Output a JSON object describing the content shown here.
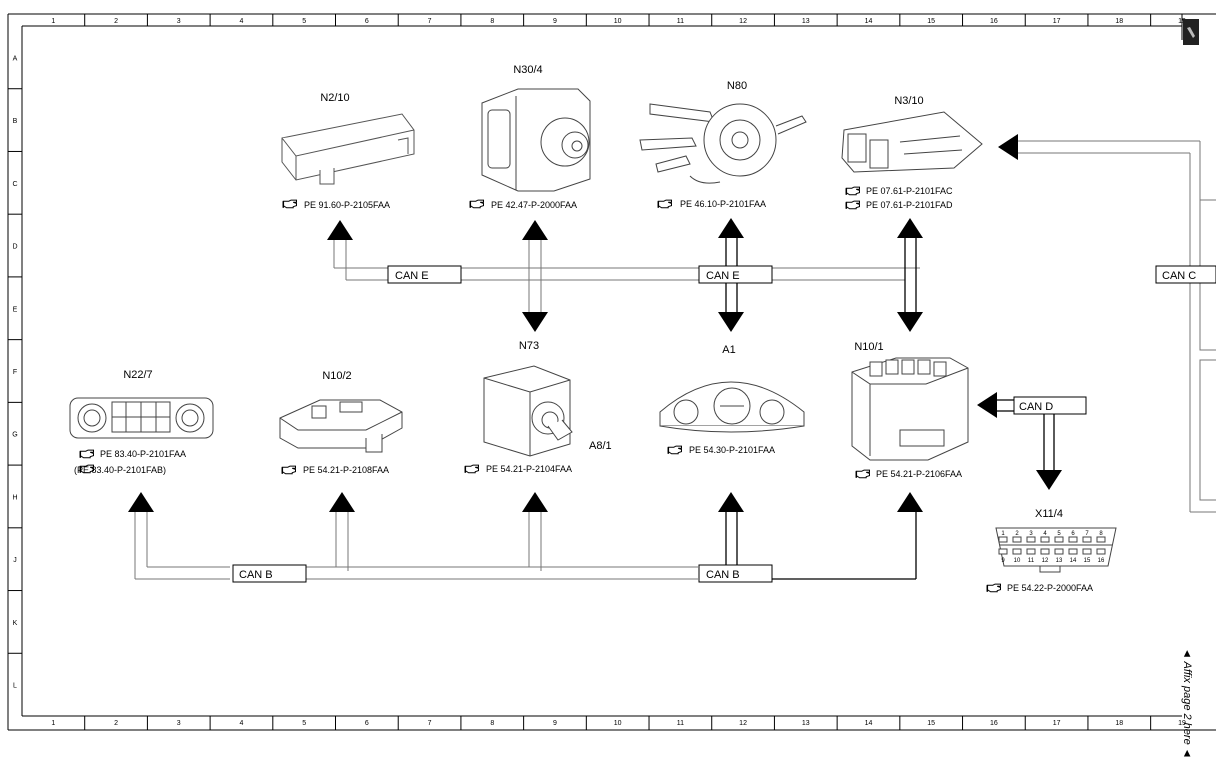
{
  "frame": {
    "columns": [
      "1",
      "2",
      "3",
      "4",
      "5",
      "6",
      "7",
      "8",
      "9",
      "10",
      "11",
      "12",
      "13",
      "14",
      "15",
      "16",
      "17",
      "18",
      "19"
    ],
    "rows": [
      "A",
      "B",
      "C",
      "D",
      "E",
      "F",
      "G",
      "H",
      "J",
      "K",
      "L"
    ]
  },
  "components": [
    {
      "id": "n2_10",
      "label": "N2/10",
      "refs": [
        "PE 91.60-P-2105FAA"
      ]
    },
    {
      "id": "n30_4",
      "label": "N30/4",
      "refs": [
        "PE 42.47-P-2000FAA"
      ]
    },
    {
      "id": "n80",
      "label": "N80",
      "refs": [
        "PE 46.10-P-2101FAA"
      ]
    },
    {
      "id": "n3_10",
      "label": "N3/10",
      "refs": [
        "PE 07.61-P-2101FAC",
        "PE 07.61-P-2101FAD"
      ]
    },
    {
      "id": "n22_7",
      "label": "N22/7",
      "refs": [
        "PE 83.40-P-2101FAA",
        "(PE 83.40-P-2101FAB)"
      ]
    },
    {
      "id": "n10_2",
      "label": "N10/2",
      "refs": [
        "PE 54.21-P-2108FAA"
      ]
    },
    {
      "id": "n73",
      "label": "N73",
      "refs": [
        "PE 54.21-P-2104FAA"
      ]
    },
    {
      "id": "a8_1",
      "label": "A8/1",
      "refs": []
    },
    {
      "id": "a1",
      "label": "A1",
      "refs": [
        "PE 54.30-P-2101FAA"
      ]
    },
    {
      "id": "n10_1",
      "label": "N10/1",
      "refs": [
        "PE 54.21-P-2106FAA"
      ]
    },
    {
      "id": "x11_4",
      "label": "X11/4",
      "refs": [
        "PE 54.22-P-2000FAA"
      ]
    }
  ],
  "buses": {
    "can_e_left": "CAN E",
    "can_e_right": "CAN E",
    "can_c": "CAN C",
    "can_d": "CAN D",
    "can_b_left": "CAN B",
    "can_b_right": "CAN B"
  },
  "obd_pins": {
    "top": [
      "1",
      "2",
      "3",
      "4",
      "5",
      "6",
      "7",
      "8"
    ],
    "bottom": [
      "9",
      "10",
      "11",
      "12",
      "13",
      "14",
      "15",
      "16"
    ]
  },
  "side_note": "◄ Affix page 2 here ◄"
}
